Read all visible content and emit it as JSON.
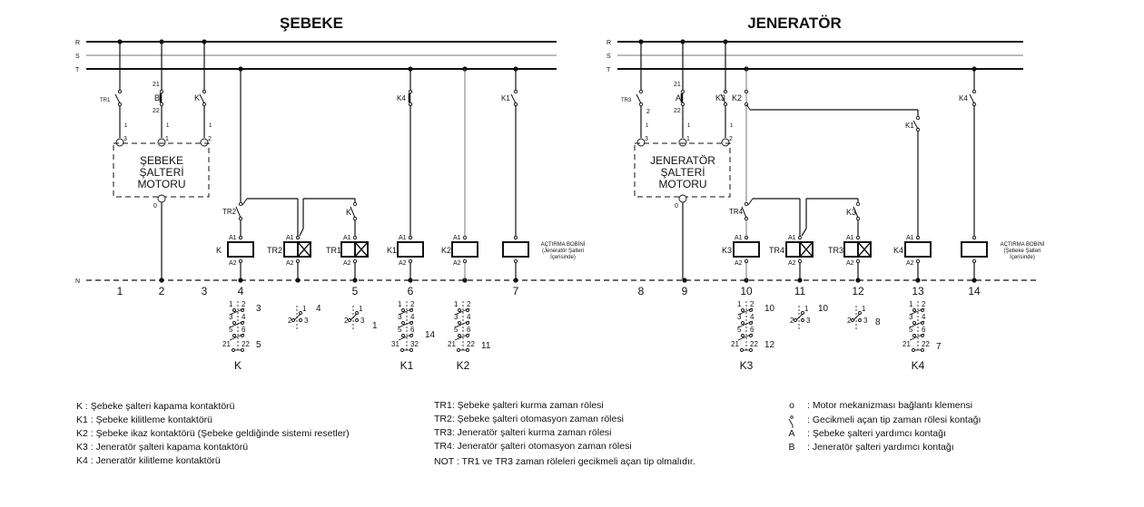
{
  "titles": {
    "left": "ŞEBEKE",
    "right": "JENERATÖR"
  },
  "bus": {
    "R": "R",
    "S": "S",
    "T": "T",
    "N": "N"
  },
  "columns": [
    "1",
    "2",
    "3",
    "4",
    "5",
    "6",
    "7",
    "8",
    "9",
    "10",
    "11",
    "12",
    "13",
    "14"
  ],
  "common": {
    "a1": "A1",
    "a2": "A2",
    "one": "1",
    "two": "2",
    "three": "3",
    "zero": "0",
    "c21": "21",
    "c22": "22"
  },
  "left": {
    "tr1": "TR1",
    "b": "B",
    "k": "K",
    "k4": "K4",
    "k1": "K1",
    "tr2": "TR2",
    "box": [
      "ŞEBEKE",
      "ŞALTERİ",
      "MOTORU"
    ],
    "coils": {
      "k": "K",
      "tr2": "TR2",
      "tr1": "TR1",
      "k1": "K1",
      "k2": "K2"
    },
    "trip": [
      "AÇTIRMA BOBİNİ",
      "(Jeneratör Şalteri",
      "İçerisinde)"
    ]
  },
  "right": {
    "tr3": "TR3",
    "a": "A",
    "k3": "K3",
    "k2": "K2",
    "k1": "K1",
    "k4": "K4",
    "tr4": "TR4",
    "box": [
      "JENERATÖR",
      "ŞALTERİ",
      "MOTORU"
    ],
    "coils": {
      "k3": "K3",
      "tr4": "TR4",
      "tr3": "TR3",
      "k4": "K4"
    },
    "trip": [
      "AÇTIRMA BOBİNİ",
      "(Şebeke Şalteri",
      "İçerisinde)"
    ]
  },
  "blocks": [
    {
      "title": "K",
      "poles": [
        "1",
        "2",
        "3",
        "4",
        "5",
        "6",
        "21",
        "22"
      ],
      "refs": [
        "3",
        "5"
      ]
    },
    {
      "title": "",
      "poles": [
        "1",
        "2",
        "3"
      ],
      "refs": [
        "4"
      ]
    },
    {
      "title": "",
      "poles": [
        "1",
        "2",
        "3"
      ],
      "refs": [
        "1"
      ]
    },
    {
      "title": "K1",
      "poles": [
        "1",
        "2",
        "3",
        "4",
        "5",
        "6",
        "31",
        "32"
      ],
      "refs": [
        "14"
      ]
    },
    {
      "title": "K2",
      "poles": [
        "1",
        "2",
        "3",
        "4",
        "5",
        "6",
        "21",
        "22"
      ],
      "refs": [
        "11"
      ]
    },
    {
      "title": "K3",
      "poles": [
        "1",
        "2",
        "3",
        "4",
        "5",
        "6",
        "21",
        "22"
      ],
      "refs": [
        "10",
        "12"
      ]
    },
    {
      "title": "",
      "poles": [
        "1",
        "2",
        "3"
      ],
      "refs": [
        "10"
      ]
    },
    {
      "title": "",
      "poles": [
        "1",
        "2",
        "3"
      ],
      "refs": [
        "8"
      ]
    },
    {
      "title": "K4",
      "poles": [
        "1",
        "2",
        "3",
        "4",
        "5",
        "6",
        "21",
        "22"
      ],
      "refs": [
        "7"
      ]
    }
  ],
  "legend": {
    "contactors": [
      "K   : Şebeke şalteri kapama kontaktörü",
      "K1 : Şebeke kilitleme kontaktörü",
      "K2 : Şebeke ikaz kontaktörü (Şebeke geldiğinde sistemi resetler)",
      "K3 : Jeneratör şalteri kapama kontaktörü",
      "K4 : Jeneratör kilitleme kontaktörü"
    ],
    "relays": [
      "TR1: Şebeke şalteri kurma zaman rölesi",
      "TR2: Şebeke şalteri otomasyon zaman rölesi",
      "TR3: Jeneratör şalteri kurma zaman rölesi",
      "TR4: Jeneratör şalteri otomasyon zaman rölesi"
    ],
    "note": "NOT : TR1 ve TR3 zaman röleleri gecikmeli açan tip olmalıdır.",
    "symbols": [
      {
        "symbol": "o",
        "text": ": Motor mekanizması bağlantı klemensi"
      },
      {
        "symbol": "",
        "text": ": Gecikmeli açan tip zaman rölesi kontağı"
      },
      {
        "symbol": "A",
        "text": ": Şebeke şalteri yardımcı kontağı"
      },
      {
        "symbol": "B",
        "text": ": Jeneratör şalteri yardımcı kontağı"
      }
    ]
  }
}
